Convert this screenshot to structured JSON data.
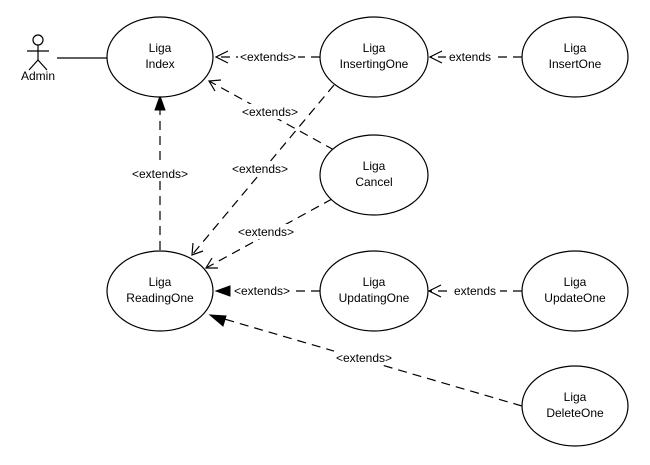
{
  "actor": {
    "label": "Admin"
  },
  "use_cases": {
    "index": {
      "line1": "Liga",
      "line2": "Index"
    },
    "inserting_one": {
      "line1": "Liga",
      "line2": "InsertingOne"
    },
    "insert_one": {
      "line1": "Liga",
      "line2": "InsertOne"
    },
    "cancel": {
      "line1": "Liga",
      "line2": "Cancel"
    },
    "reading_one": {
      "line1": "Liga",
      "line2": "ReadingOne"
    },
    "updating_one": {
      "line1": "Liga",
      "line2": "UpdatingOne"
    },
    "update_one": {
      "line1": "Liga",
      "line2": "UpdateOne"
    },
    "delete_one": {
      "line1": "Liga",
      "line2": "DeleteOne"
    }
  },
  "relations": {
    "inserting_to_index": "<extends>",
    "insertone_to_inserting": "extends",
    "cancel_to_index": "<extends>",
    "reading_to_index": "<extends>",
    "inserting_to_reading": "<extends>",
    "cancel_to_reading": "<extends>",
    "updating_to_reading": "<extends>",
    "updateone_to_updating": "extends",
    "delete_to_reading": "<extends>"
  }
}
